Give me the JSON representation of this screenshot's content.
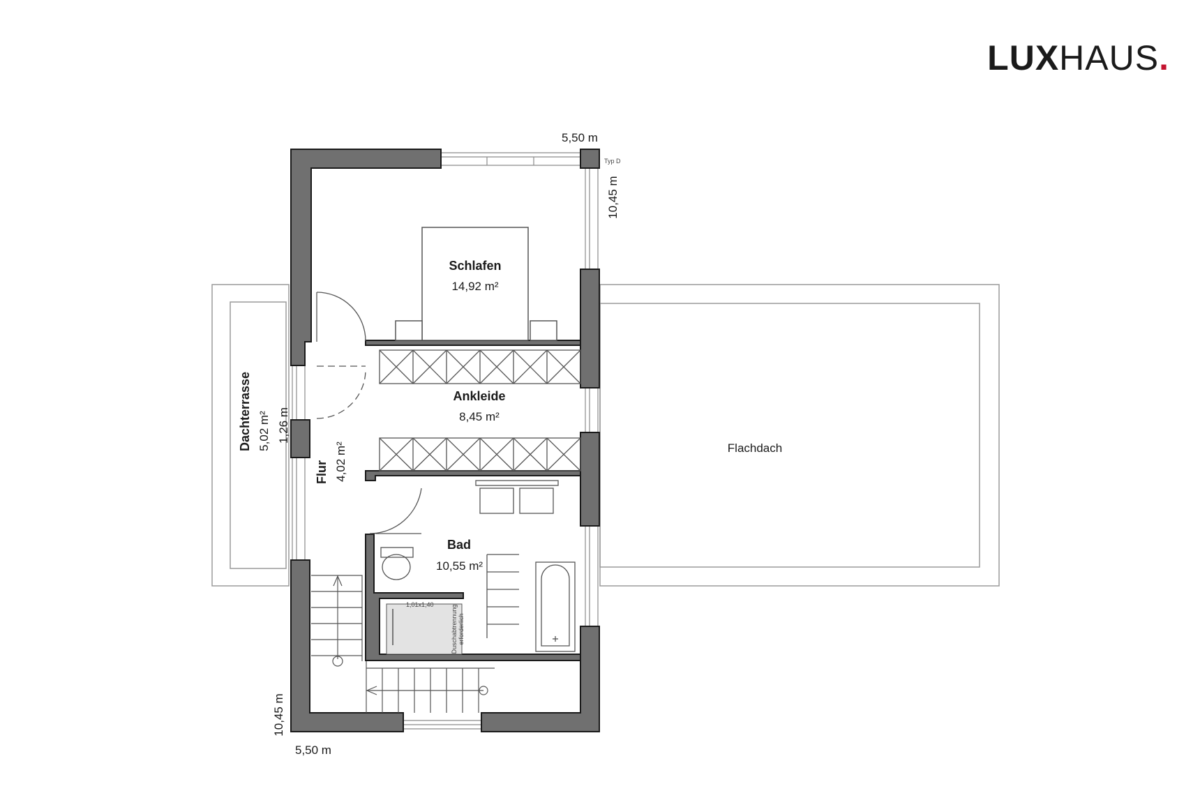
{
  "logo": {
    "bold": "LUX",
    "regular": "HAUS",
    "dot": "."
  },
  "colors": {
    "wall": "#707070",
    "accent": "#c4122f",
    "line": "#1a1a1a",
    "shower": "#e3e3e3"
  },
  "dimensions": {
    "top_width": "5,50 m",
    "top_depth": "10,45 m",
    "window_type": "Typ D",
    "bottom_depth": "10,45 m",
    "bottom_width": "5,50 m",
    "terrace_width": "1,26 m"
  },
  "rooms": {
    "schlafen": {
      "name": "Schlafen",
      "area": "14,92 m²"
    },
    "ankleide": {
      "name": "Ankleide",
      "area": "8,45 m²"
    },
    "flur": {
      "name": "Flur",
      "area": "4,02 m²"
    },
    "bad": {
      "name": "Bad",
      "area": "10,55 m²"
    },
    "dachterrasse": {
      "name": "Dachterrasse",
      "area": "5,02 m²"
    },
    "flachdach": {
      "name": "Flachdach"
    }
  },
  "shower": {
    "size": "1,01x1,40",
    "note_line1": "Duschabtrennung",
    "note_line2": "erforderlich"
  }
}
